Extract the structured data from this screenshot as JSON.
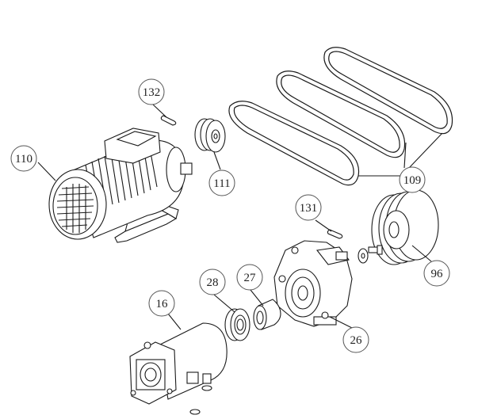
{
  "highlight_color": "#e8d21c",
  "callouts": [
    {
      "id": "c132",
      "label": "132"
    },
    {
      "id": "c110",
      "label": "110"
    },
    {
      "id": "c111",
      "label": "111",
      "highlighted": true
    },
    {
      "id": "c109",
      "label": "109"
    },
    {
      "id": "c131",
      "label": "131"
    },
    {
      "id": "c96",
      "label": "96"
    },
    {
      "id": "c28",
      "label": "28"
    },
    {
      "id": "c27",
      "label": "27"
    },
    {
      "id": "c16",
      "label": "16"
    },
    {
      "id": "c26",
      "label": "26"
    }
  ]
}
